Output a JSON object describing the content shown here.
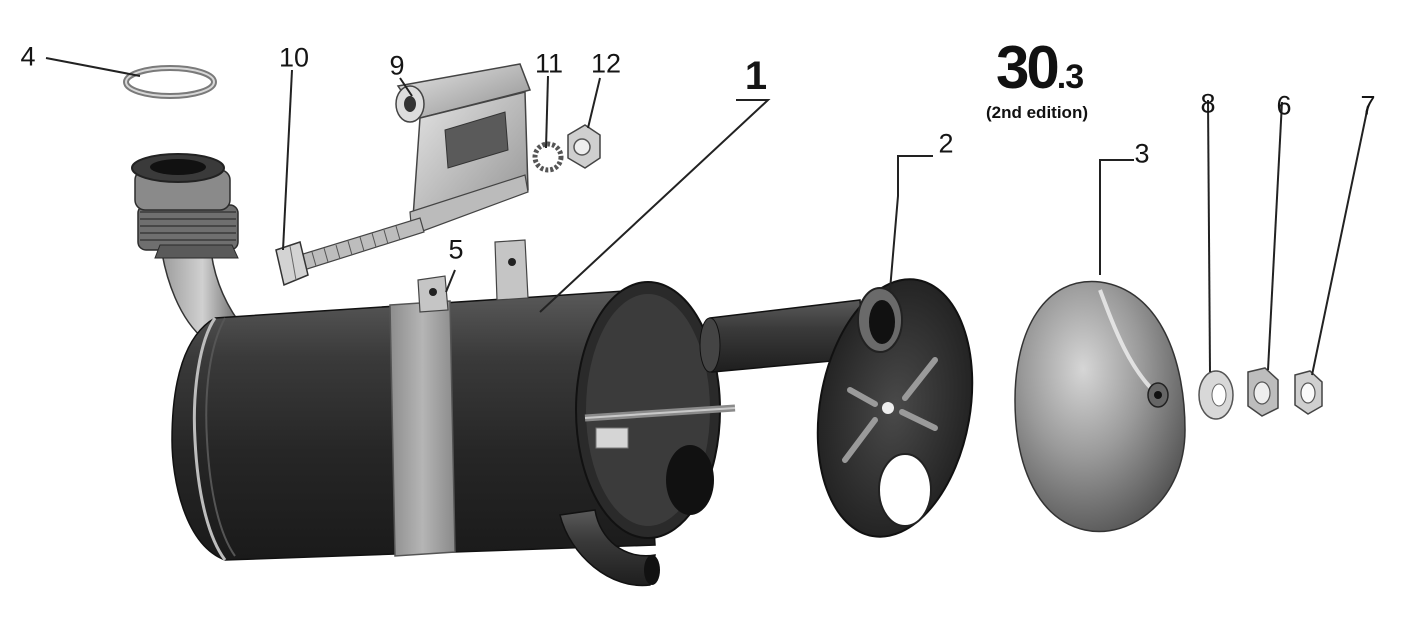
{
  "diagram": {
    "number_main": "30",
    "number_sub": ".3",
    "edition": "(2nd edition)"
  },
  "callouts": {
    "c1": "1",
    "c2": "2",
    "c3": "3",
    "c4": "4",
    "c5": "5",
    "c6": "6",
    "c7": "7",
    "c8": "8",
    "c9": "9",
    "c10": "10",
    "c11": "11",
    "c12": "12"
  },
  "colors": {
    "background": "#ffffff",
    "metal_dark": "#2f2f2f",
    "metal_mid": "#6a6a6a",
    "metal_light": "#c9c9c9",
    "strap": "#a8a8a8",
    "ink": "#151515"
  }
}
